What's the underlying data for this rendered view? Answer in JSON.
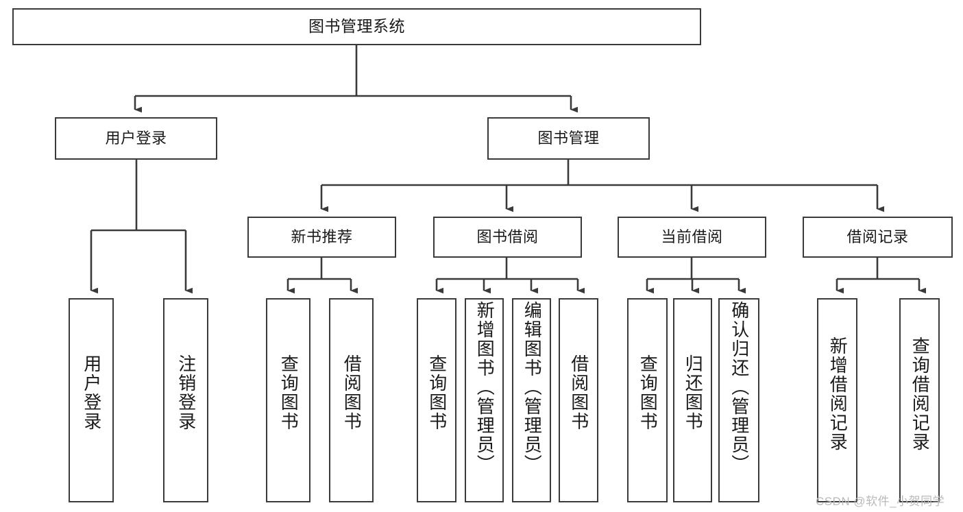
{
  "diagram": {
    "title": "图书管理系统",
    "type": "hierarchy-tree",
    "theme": {
      "stroke": "#3a3a3a",
      "fill": "#ffffff",
      "text": "#1a1a1a",
      "watermark_color": "#b9b9b9"
    },
    "levels": {
      "level1": [
        "图书管理系统"
      ],
      "level2": [
        "用户登录",
        "图书管理"
      ],
      "level3": [
        "新书推荐",
        "图书借阅",
        "当前借阅",
        "借阅记录"
      ]
    },
    "nodes": {
      "root": {
        "label": "图书管理系统"
      },
      "user_login": {
        "label": "用户登录"
      },
      "book_manage": {
        "label": "图书管理"
      },
      "new_book_rec": {
        "label": "新书推荐"
      },
      "book_borrow": {
        "label": "图书借阅"
      },
      "current_borrow": {
        "label": "当前借阅"
      },
      "borrow_record": {
        "label": "借阅记录"
      },
      "leaf_user_login": {
        "label": "用户登录"
      },
      "leaf_logout": {
        "label": "注销登录"
      },
      "leaf_query_book_1": {
        "label": "查询图书"
      },
      "leaf_borrow_book_1": {
        "label": "借阅图书"
      },
      "leaf_query_book_2": {
        "label": "查询图书"
      },
      "leaf_add_book": {
        "label": "新增图书（管理员）"
      },
      "leaf_edit_book": {
        "label": "编辑图书（管理员）"
      },
      "leaf_borrow_book_2": {
        "label": "借阅图书"
      },
      "leaf_query_book_3": {
        "label": "查询图书"
      },
      "leaf_return_book": {
        "label": "归还图书"
      },
      "leaf_confirm_return": {
        "label": "确认归还（管理员）"
      },
      "leaf_add_record": {
        "label": "新增借阅记录"
      },
      "leaf_query_record": {
        "label": "查询借阅记录"
      }
    },
    "edges": [
      {
        "from": "root",
        "to": "user_login"
      },
      {
        "from": "root",
        "to": "book_manage"
      },
      {
        "from": "user_login",
        "to": "leaf_user_login"
      },
      {
        "from": "user_login",
        "to": "leaf_logout"
      },
      {
        "from": "book_manage",
        "to": "new_book_rec"
      },
      {
        "from": "book_manage",
        "to": "book_borrow"
      },
      {
        "from": "book_manage",
        "to": "current_borrow"
      },
      {
        "from": "book_manage",
        "to": "borrow_record"
      },
      {
        "from": "new_book_rec",
        "to": "leaf_query_book_1"
      },
      {
        "from": "new_book_rec",
        "to": "leaf_borrow_book_1"
      },
      {
        "from": "book_borrow",
        "to": "leaf_query_book_2"
      },
      {
        "from": "book_borrow",
        "to": "leaf_add_book"
      },
      {
        "from": "book_borrow",
        "to": "leaf_edit_book"
      },
      {
        "from": "book_borrow",
        "to": "leaf_borrow_book_2"
      },
      {
        "from": "current_borrow",
        "to": "leaf_query_book_3"
      },
      {
        "from": "current_borrow",
        "to": "leaf_return_book"
      },
      {
        "from": "current_borrow",
        "to": "leaf_confirm_return"
      },
      {
        "from": "borrow_record",
        "to": "leaf_add_record"
      },
      {
        "from": "borrow_record",
        "to": "leaf_query_record"
      }
    ],
    "watermark": "CSDN @软件_小贺同学"
  }
}
